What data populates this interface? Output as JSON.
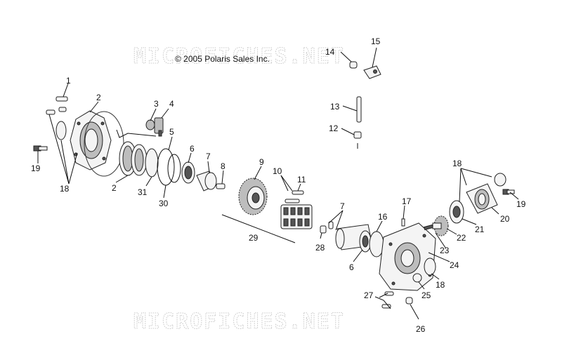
{
  "copyright": "© 2005 Polaris Sales Inc.",
  "watermark": "MICROFICHES.NET",
  "callouts": {
    "c1": "1",
    "c2a": "2",
    "c2b": "2",
    "c3": "3",
    "c4": "4",
    "c5": "5",
    "c6a": "6",
    "c6b": "6",
    "c7a": "7",
    "c7b": "7",
    "c8": "8",
    "c9": "9",
    "c10": "10",
    "c11": "11",
    "c12": "12",
    "c13": "13",
    "c14": "14",
    "c15": "15",
    "c16": "16",
    "c17": "17",
    "c18a": "18",
    "c18b": "18",
    "c18c": "18",
    "c19a": "19",
    "c19b": "19",
    "c20": "20",
    "c21": "21",
    "c22": "22",
    "c23": "23",
    "c24": "24",
    "c25": "25",
    "c26": "26",
    "c27": "27",
    "c28": "28",
    "c29": "29",
    "c30": "30",
    "c31": "31"
  }
}
